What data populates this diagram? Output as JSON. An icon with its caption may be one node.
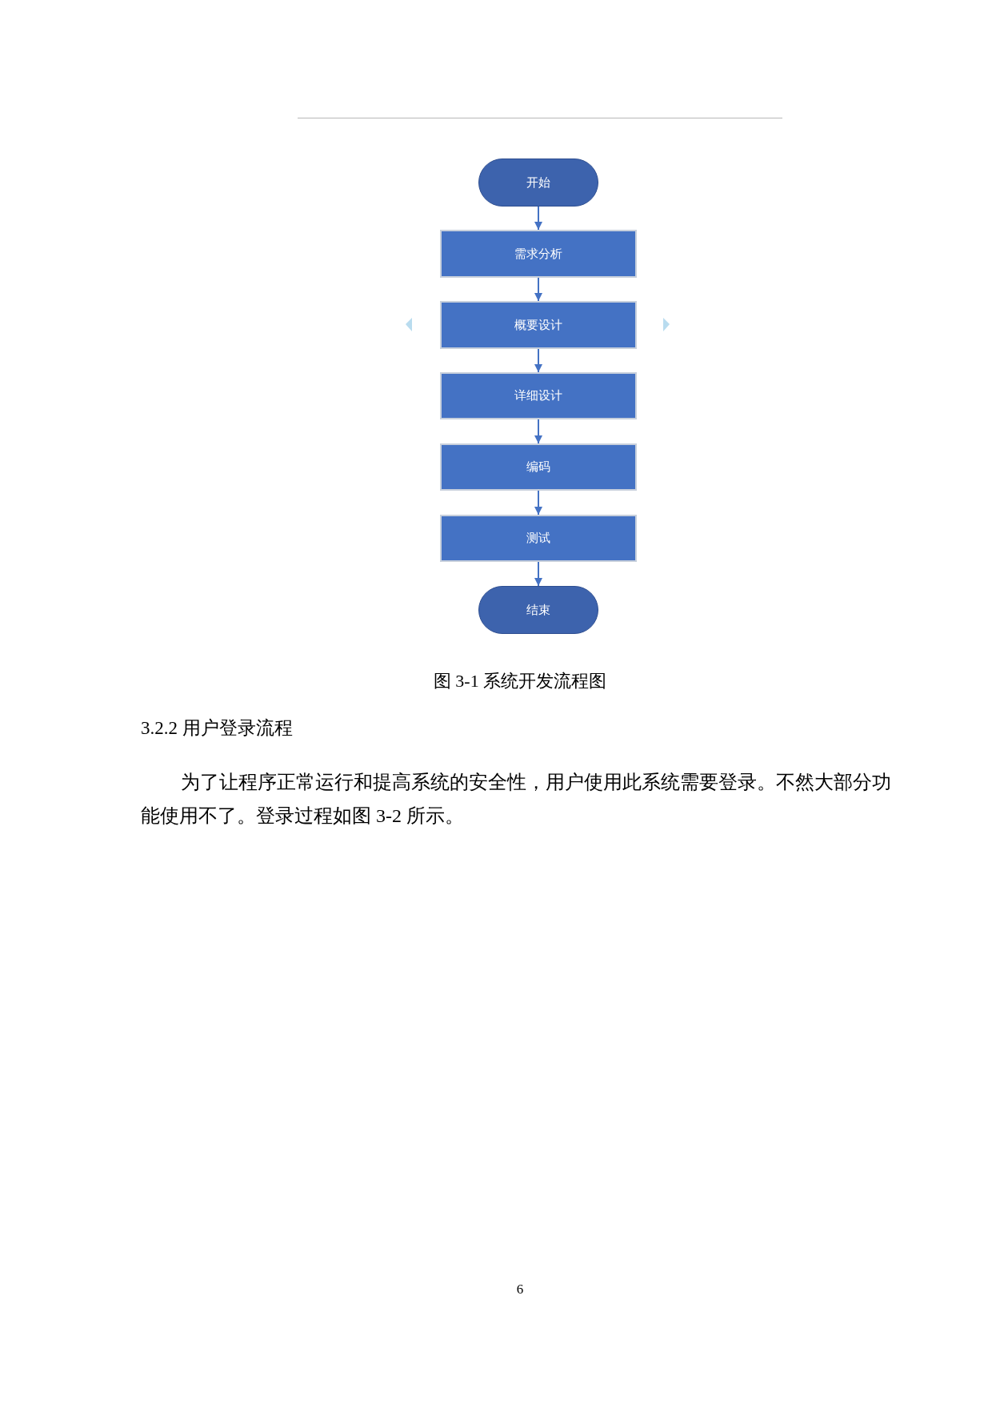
{
  "diagram": {
    "caption": "图 3-1 系统开发流程图",
    "nodes": [
      {
        "text": [
          "开始"
        ]
      },
      {
        "text": [
          "需求分析"
        ]
      },
      {
        "text": [
          "概要设计"
        ]
      },
      {
        "text": [
          "详细设计"
        ]
      },
      {
        "text": [
          "编码"
        ]
      },
      {
        "text": [
          "测试"
        ]
      },
      {
        "text": [
          "结束"
        ]
      }
    ],
    "edges": [
      {
        "from": 0,
        "to": 1,
        "arrow": "to"
      },
      {
        "from": 1,
        "to": 2,
        "arrow": "to"
      },
      {
        "from": 2,
        "to": 3,
        "arrow": "to"
      },
      {
        "from": 3,
        "to": 4,
        "arrow": "to"
      },
      {
        "from": 4,
        "to": 5,
        "arrow": "to"
      },
      {
        "from": 5,
        "to": 6,
        "arrow": "to"
      }
    ],
    "labels": [
      "3.2.2 用户登录流程",
      "为了让程序正常运行和提高系统的安全性，用户使用此系统需要登录。不然大部分功能使用不了。登录过程如图 3-2 所示。",
      "6"
    ]
  }
}
